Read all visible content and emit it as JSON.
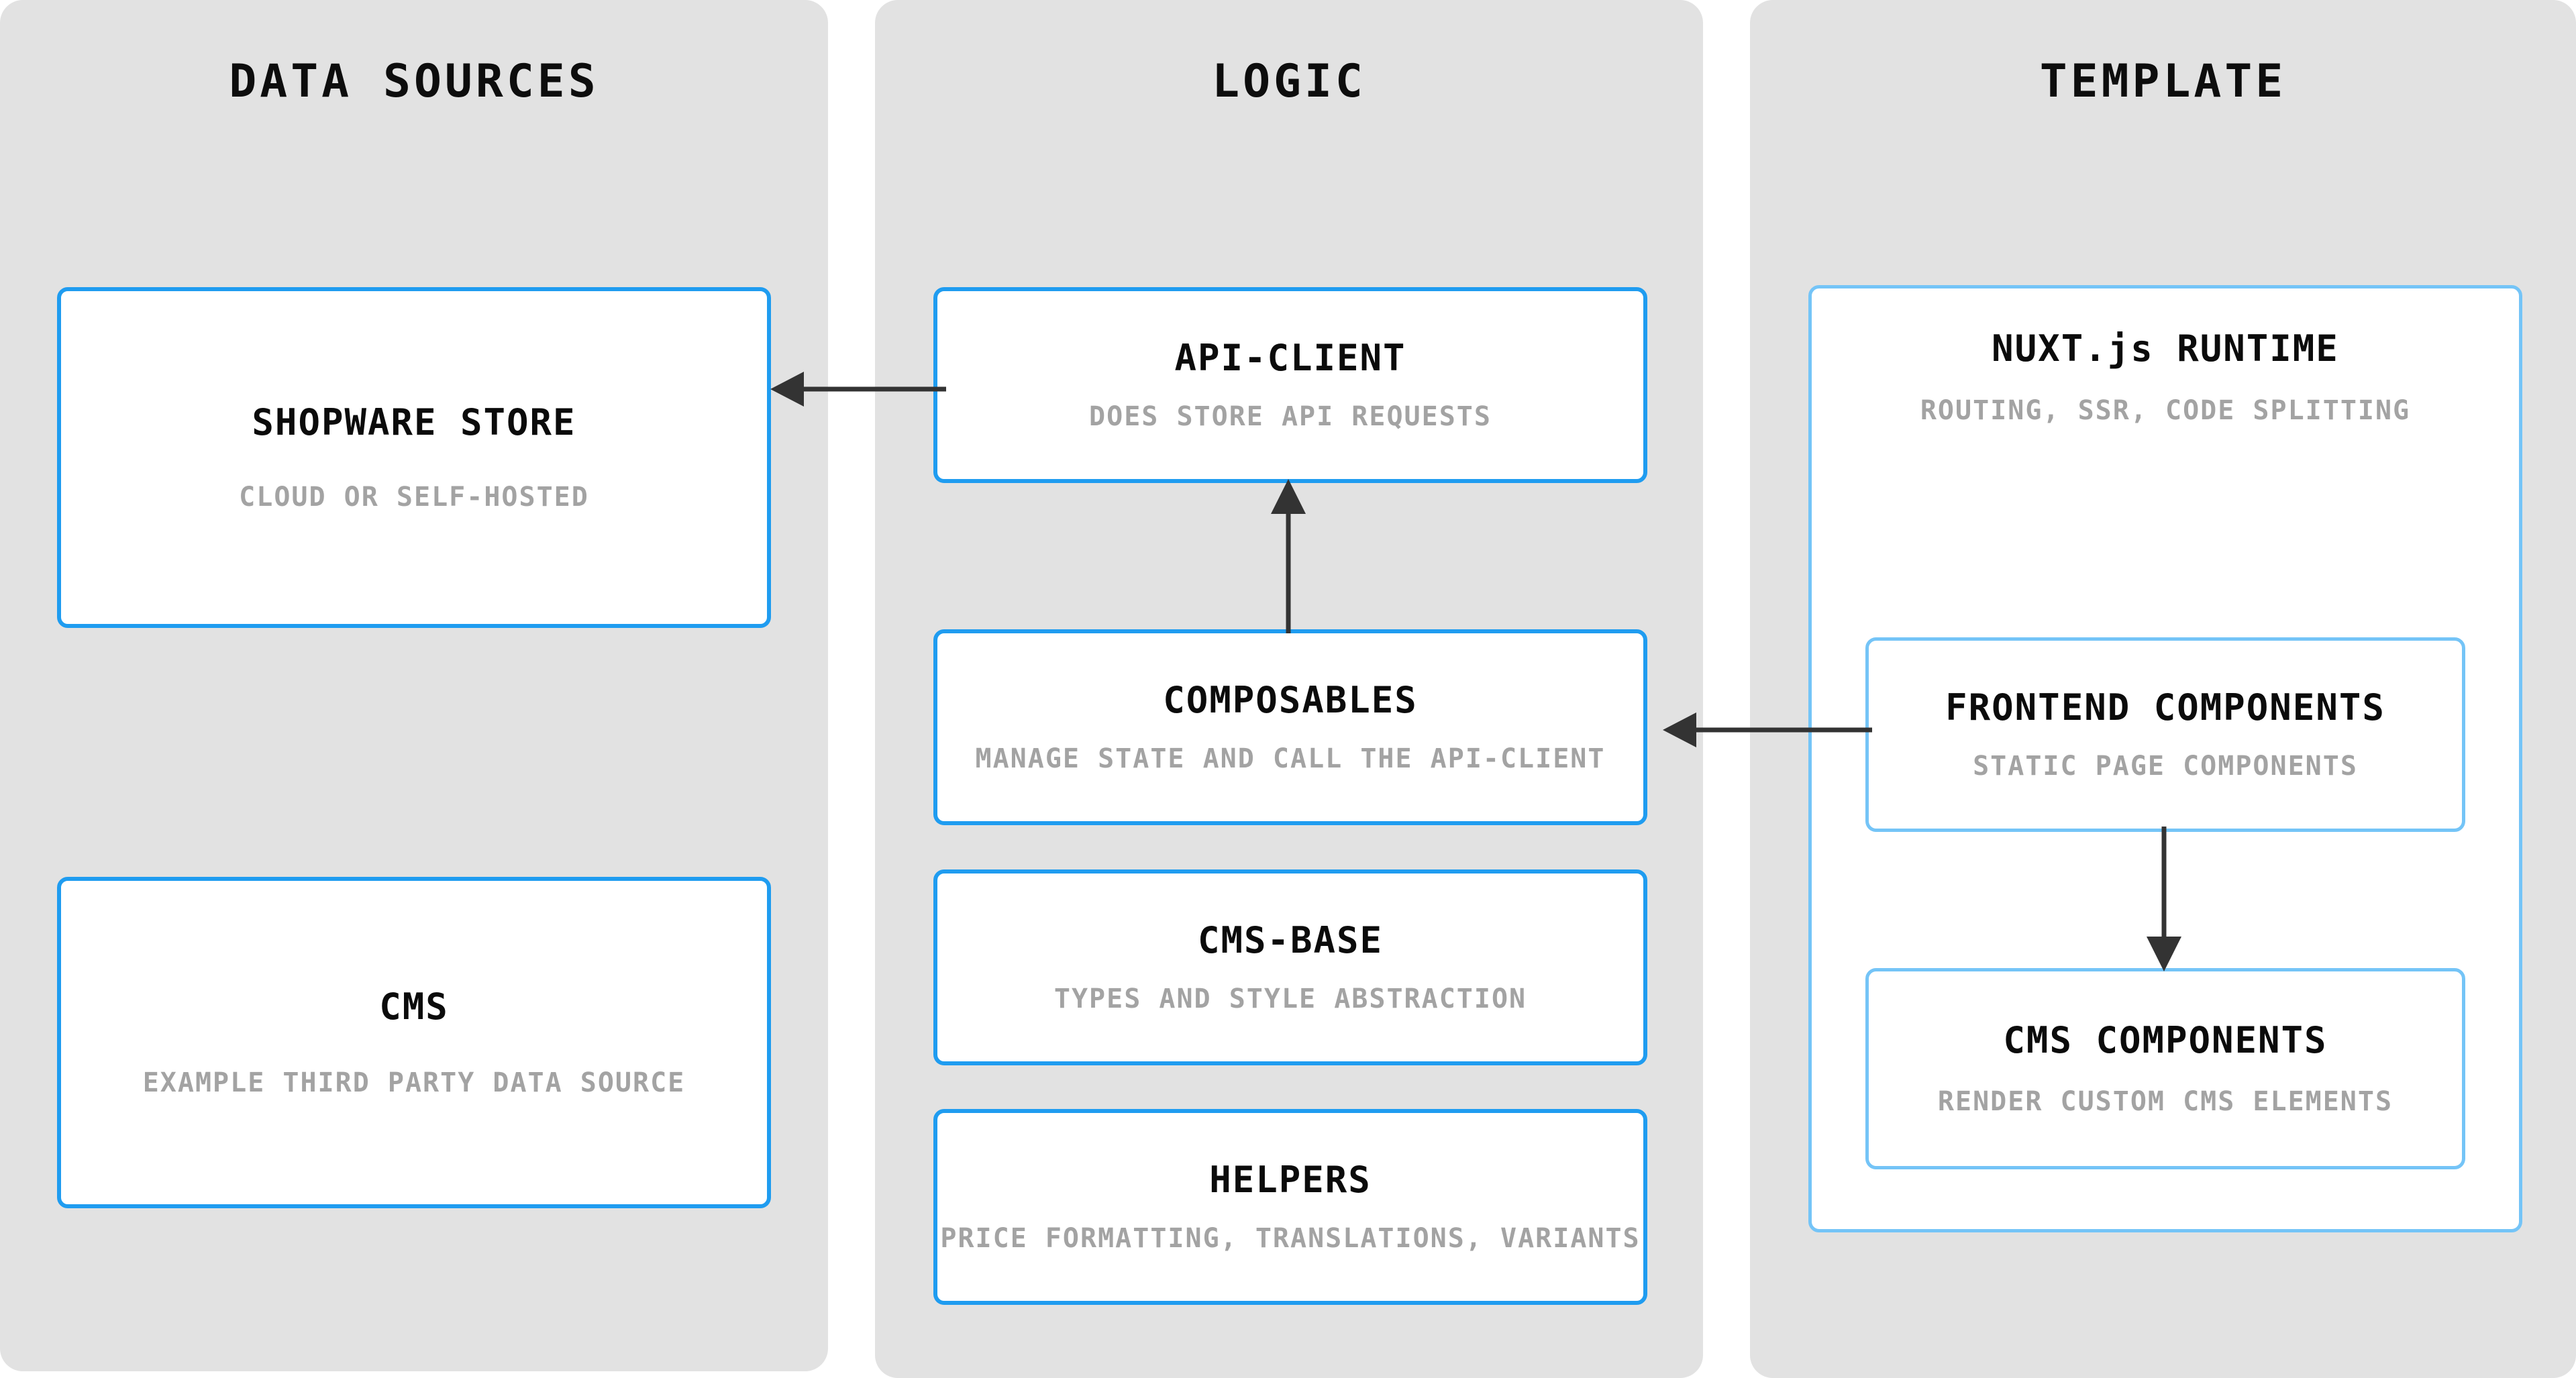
{
  "columns": [
    {
      "title": "DATA SOURCES"
    },
    {
      "title": "LOGIC"
    },
    {
      "title": "TEMPLATE"
    }
  ],
  "nodes": {
    "shopware_store": {
      "title": "SHOPWARE STORE",
      "subtitle": "CLOUD OR SELF-HOSTED"
    },
    "cms": {
      "title": "CMS",
      "subtitle": "EXAMPLE THIRD PARTY DATA SOURCE"
    },
    "api_client": {
      "title": "API-CLIENT",
      "subtitle": "DOES STORE API REQUESTS"
    },
    "composables": {
      "title": "COMPOSABLES",
      "subtitle": "MANAGE STATE AND CALL THE API-CLIENT"
    },
    "cms_base": {
      "title": "CMS-BASE",
      "subtitle": "TYPES AND STYLE ABSTRACTION"
    },
    "helpers": {
      "title": "HELPERS",
      "subtitle": "PRICE FORMATTING, TRANSLATIONS, VARIANTS"
    },
    "nuxt_runtime": {
      "title": "NUXT.js RUNTIME",
      "subtitle": "ROUTING, SSR, CODE SPLITTING"
    },
    "frontend_components": {
      "title": "FRONTEND COMPONENTS",
      "subtitle": "STATIC PAGE COMPONENTS"
    },
    "cms_components": {
      "title": "CMS COMPONENTS",
      "subtitle": "RENDER CUSTOM CMS ELEMENTS"
    }
  },
  "arrows": [
    {
      "name": "api-client-to-shopware-store",
      "from": "api_client",
      "to": "shopware_store",
      "direction": "left"
    },
    {
      "name": "composables-to-api-client",
      "from": "composables",
      "to": "api_client",
      "direction": "up"
    },
    {
      "name": "frontend-components-to-composables",
      "from": "frontend_components",
      "to": "composables",
      "direction": "left"
    },
    {
      "name": "frontend-components-to-cms-components",
      "from": "frontend_components",
      "to": "cms_components",
      "direction": "down"
    }
  ],
  "colors": {
    "panel_background": "#e2e2e2",
    "node_border": "#1f9cf0",
    "node_border_light": "#74c4f7",
    "node_background": "#ffffff",
    "title_text": "#0b0b0b",
    "subtitle_text": "#a3a3a3",
    "arrow": "#333333",
    "page_background": "#ffffff"
  }
}
